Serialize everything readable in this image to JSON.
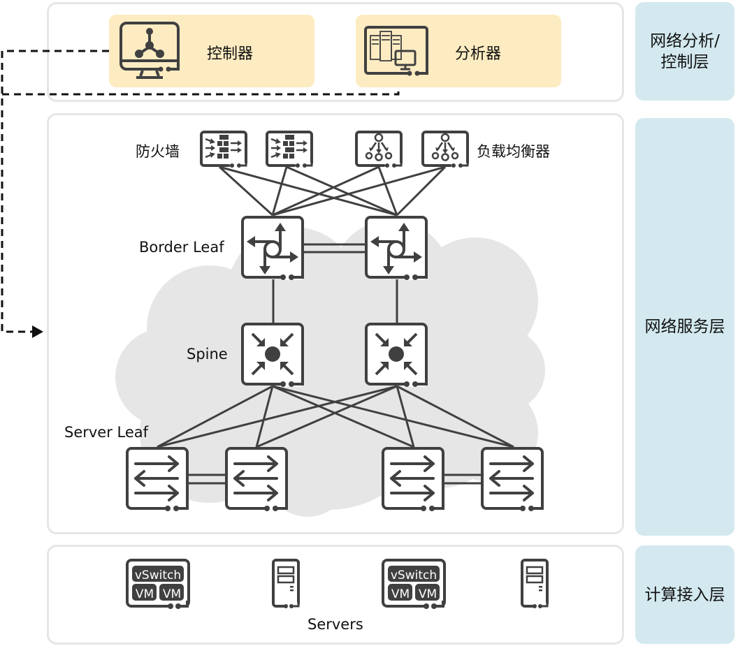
{
  "layers": {
    "analysis_control": "网络分析/\n控制层",
    "network_service": "网络服务层",
    "compute_access": "计算接入层"
  },
  "controllers": {
    "controller_label": "控制器",
    "analyzer_label": "分析器"
  },
  "service_labels": {
    "firewall": "防火墙",
    "load_balancer": "负载均衡器",
    "border_leaf": "Border Leaf",
    "spine": "Spine",
    "server_leaf": "Server Leaf"
  },
  "compute": {
    "vswitch_label": "vSwitch",
    "vm_label": "VM",
    "servers_label": "Servers"
  },
  "colors": {
    "controller_bg": "#fdecc2",
    "layer_bg": "#d3e9ef",
    "cloud": "#e6e6e6",
    "icon": "#404040"
  }
}
